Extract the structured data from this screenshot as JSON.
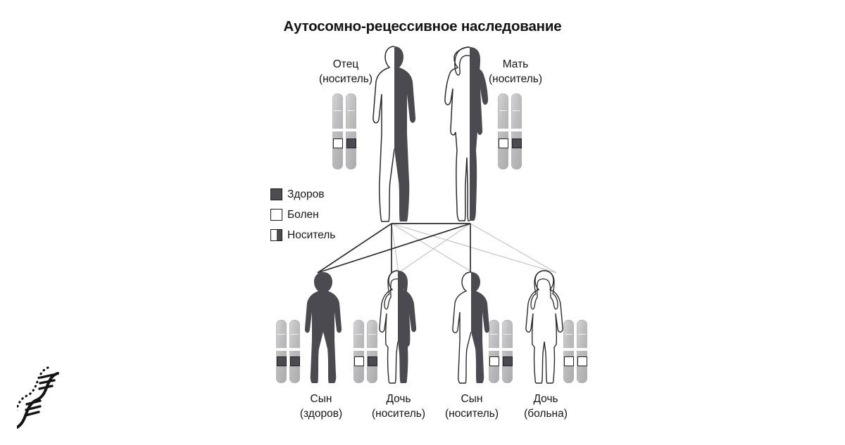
{
  "diagram": {
    "title": "Аутосомно-рецессивное наследование",
    "colors": {
      "healthy": "#4c4c51",
      "affected": "#ffffff",
      "outline": "#1d1d1d",
      "chromosome": "#bfbfc2",
      "line_strong": "#2a2a2a",
      "line_faint": "#bcbcbc"
    }
  },
  "legend": {
    "items": [
      {
        "label": "Здоров",
        "swatch": "healthy-square",
        "icon": "filled-square-icon"
      },
      {
        "label": "Болен",
        "swatch": "affected-square",
        "icon": "empty-square-icon"
      },
      {
        "label": "Носитель",
        "swatch": "carrier-square",
        "icon": "half-filled-square-icon"
      }
    ]
  },
  "parents": [
    {
      "role": "father",
      "name": "Отец",
      "status": "(носитель)",
      "figure": "adult-male-figure",
      "fill": "carrier",
      "chromosomes": {
        "left_allele": "affected",
        "right_allele": "healthy"
      }
    },
    {
      "role": "mother",
      "name": "Мать",
      "status": "(носитель)",
      "figure": "adult-female-figure",
      "fill": "carrier",
      "chromosomes": {
        "left_allele": "affected",
        "right_allele": "healthy"
      }
    }
  ],
  "children": [
    {
      "role": "son-healthy",
      "name": "Сын",
      "status": "(здоров)",
      "figure": "child-male-figure",
      "fill": "healthy",
      "chromosomes": {
        "left_allele": "healthy",
        "right_allele": "healthy"
      }
    },
    {
      "role": "daughter-carrier",
      "name": "Дочь",
      "status": "(носитель)",
      "figure": "child-female-figure",
      "fill": "carrier",
      "chromosomes": {
        "left_allele": "affected",
        "right_allele": "healthy"
      }
    },
    {
      "role": "son-carrier",
      "name": "Сын",
      "status": "(носитель)",
      "figure": "child-male-figure",
      "fill": "carrier",
      "chromosomes": {
        "left_allele": "affected",
        "right_allele": "healthy"
      }
    },
    {
      "role": "daughter-affected",
      "name": "Дочь",
      "status": "(больна)",
      "figure": "child-female-figure",
      "fill": "affected",
      "chromosomes": {
        "left_allele": "affected",
        "right_allele": "affected"
      }
    }
  ],
  "watermark": {
    "icon": "dna-helix-icon",
    "label": ""
  }
}
